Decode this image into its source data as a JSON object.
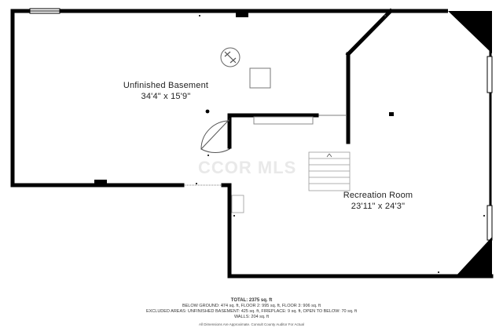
{
  "rooms": {
    "unfinished_basement": {
      "name": "Unfinished Basement",
      "dims": "34'4\" x 15'9\""
    },
    "recreation_room": {
      "name": "Recreation Room",
      "dims": "23'11\" x 24'3\""
    }
  },
  "watermark": "CCOR MLS",
  "footer": {
    "total": "TOTAL: 2375 sq. ft",
    "line1": "BELOW GROUND: 474 sq. ft, FLOOR 2: 995 sq. ft, FLOOR 3: 906 sq. ft",
    "line2": "EXCLUDED AREAS: UNFINISHED BASEMENT: 425 sq. ft, FIREPLACE: 9 sq. ft, OPEN TO BELOW: 70 sq. ft",
    "line3": "WALLS: 204 sq. ft",
    "note": "All Dimensions Are Approximate. Consult County Auditor For Actual"
  },
  "colors": {
    "wall": "#000000",
    "background": "#ffffff",
    "text": "#222222"
  }
}
